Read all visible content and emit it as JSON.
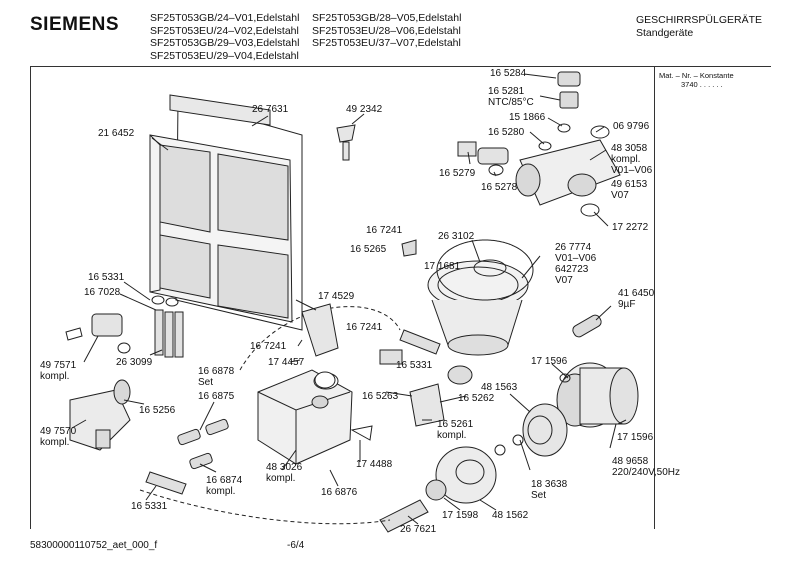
{
  "header": {
    "brand": "SIEMENS",
    "models_col1": [
      "SF25T053GB/24–V01,Edelstahl",
      "SF25T053EU/24–V02,Edelstahl",
      "SF25T053GB/29–V03,Edelstahl",
      "SF25T053EU/29–V04,Edelstahl"
    ],
    "models_col2": [
      "SF25T053GB/28–V05,Edelstahl",
      "SF25T053EU/28–V06,Edelstahl",
      "SF25T053EU/37–V07,Edelstahl"
    ],
    "category_line1": "GESCHIRRSPÜLGERÄTE",
    "category_line2": "Standgeräte"
  },
  "side_panel": {
    "title": "Mat. – Nr. – Konstante",
    "value": "3740  .  .  .  .  .  ."
  },
  "callouts": [
    {
      "id": "c1",
      "lines": [
        "26 7631"
      ]
    },
    {
      "id": "c2",
      "lines": [
        "21 6452"
      ]
    },
    {
      "id": "c3",
      "lines": [
        "49 2342"
      ]
    },
    {
      "id": "c4",
      "lines": [
        "16 5284"
      ]
    },
    {
      "id": "c5",
      "lines": [
        "16 5281",
        "NTC/85°C"
      ]
    },
    {
      "id": "c6",
      "lines": [
        "15 1866"
      ]
    },
    {
      "id": "c7",
      "lines": [
        "16 5280"
      ]
    },
    {
      "id": "c8",
      "lines": [
        "06 9796"
      ]
    },
    {
      "id": "c9",
      "lines": [
        "48 3058",
        "kompl.",
        "V01–V06"
      ]
    },
    {
      "id": "c10",
      "lines": [
        "49 6153",
        "V07"
      ]
    },
    {
      "id": "c11",
      "lines": [
        "16 5279"
      ]
    },
    {
      "id": "c12",
      "lines": [
        "16 5278"
      ]
    },
    {
      "id": "c13",
      "lines": [
        "17 2272"
      ]
    },
    {
      "id": "c14",
      "lines": [
        "16 7241"
      ]
    },
    {
      "id": "c15",
      "lines": [
        "26 3102"
      ]
    },
    {
      "id": "c16",
      "lines": [
        "16 5265"
      ]
    },
    {
      "id": "c17",
      "lines": [
        "17 1681"
      ]
    },
    {
      "id": "c18",
      "lines": [
        "26 7774",
        "V01–V06",
        "642723",
        "V07"
      ]
    },
    {
      "id": "c19",
      "lines": [
        "41 6450",
        "9µF"
      ]
    },
    {
      "id": "c20",
      "lines": [
        "16 5331"
      ]
    },
    {
      "id": "c21",
      "lines": [
        "16 7028"
      ]
    },
    {
      "id": "c22",
      "lines": [
        "17 4529"
      ]
    },
    {
      "id": "c23",
      "lines": [
        "16 7241"
      ]
    },
    {
      "id": "c24",
      "lines": [
        "49 7571",
        "kompl."
      ]
    },
    {
      "id": "c25",
      "lines": [
        "16 7241"
      ]
    },
    {
      "id": "c26",
      "lines": [
        "17 4457"
      ]
    },
    {
      "id": "c27",
      "lines": [
        "16 5331"
      ]
    },
    {
      "id": "c28",
      "lines": [
        "17 1596"
      ]
    },
    {
      "id": "c29",
      "lines": [
        "26 3099"
      ]
    },
    {
      "id": "c30",
      "lines": [
        "16 6878",
        "Set"
      ]
    },
    {
      "id": "c31",
      "lines": [
        "48 1563"
      ]
    },
    {
      "id": "c32",
      "lines": [
        "16 5263"
      ]
    },
    {
      "id": "c33",
      "lines": [
        "16 5262"
      ]
    },
    {
      "id": "c34",
      "lines": [
        "16 5256"
      ]
    },
    {
      "id": "c35",
      "lines": [
        "16 6875"
      ]
    },
    {
      "id": "c36",
      "lines": [
        "16 5261",
        "kompl."
      ]
    },
    {
      "id": "c37",
      "lines": [
        "17 1596"
      ]
    },
    {
      "id": "c38",
      "lines": [
        "49 7570",
        "kompl."
      ]
    },
    {
      "id": "c39",
      "lines": [
        "48 9658",
        "220/240V,50Hz"
      ]
    },
    {
      "id": "c40",
      "lines": [
        "48 3026",
        "kompl."
      ]
    },
    {
      "id": "c41",
      "lines": [
        "17 4488"
      ]
    },
    {
      "id": "c42",
      "lines": [
        "16 6874",
        "kompl."
      ]
    },
    {
      "id": "c43",
      "lines": [
        "18 3638",
        "Set"
      ]
    },
    {
      "id": "c44",
      "lines": [
        "16 6876"
      ]
    },
    {
      "id": "c45",
      "lines": [
        "16 5331"
      ]
    },
    {
      "id": "c46",
      "lines": [
        "17 1598"
      ]
    },
    {
      "id": "c47",
      "lines": [
        "48 1562"
      ]
    },
    {
      "id": "c48",
      "lines": [
        "26 7621"
      ]
    }
  ],
  "footer": {
    "doc_id": "58300000110752_aet_000_f",
    "page": "-6/4"
  }
}
